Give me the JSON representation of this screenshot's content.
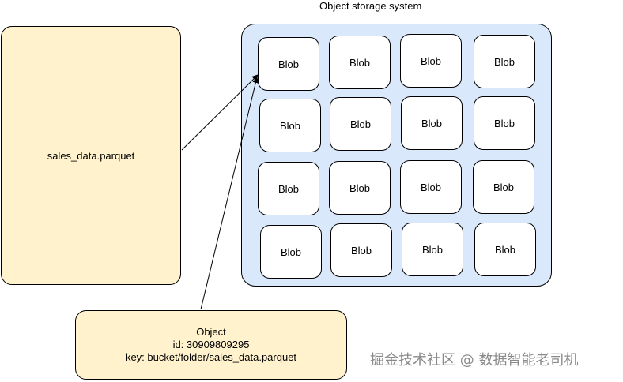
{
  "diagram": {
    "title": "Object storage system",
    "file_label": "sales_data.parquet",
    "blob_label": "Blob",
    "blob_grid": {
      "rows": 4,
      "cols": 4
    },
    "object": {
      "title": "Object",
      "id_line": "id: 30909809295",
      "key_line": "key: bucket/folder/sales_data.parquet"
    }
  },
  "watermark": "掘金技术社区 @ 数据智能老司机",
  "colors": {
    "file_fill": "#fff2cc",
    "storage_fill": "#dae8fc",
    "blob_fill": "#ffffff",
    "stroke": "#000000"
  }
}
